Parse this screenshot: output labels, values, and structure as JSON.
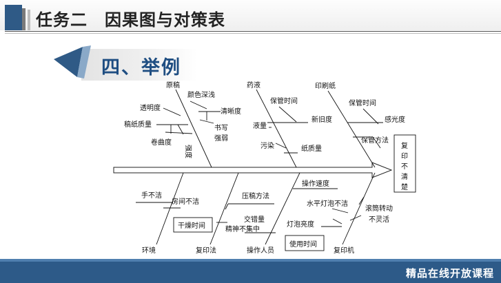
{
  "header": {
    "title": "任务二　因果图与对策表"
  },
  "section": {
    "title": "四、举例"
  },
  "diagram": {
    "effect": "复印不清楚",
    "categories": {
      "yuangao": "原稿",
      "yaoye": "药液",
      "yinshuazhi": "印刷纸",
      "huanjing": "环境",
      "fuyinfa": "复印法",
      "caozuorenyuan": "操作人员",
      "fuyinji": "复印机"
    },
    "causes": {
      "yansheshenqian": "颜色深浅",
      "touming": "透明度",
      "qingxidu": "清晰度",
      "gaozhizhiliang": "稿纸质量",
      "shuxie": "书写",
      "qiangruo": "强弱",
      "juanqudu": "卷曲度",
      "qiangdu": "强度",
      "baoguan1": "保管时间",
      "xinjiudu": "新旧度",
      "yeliang": "液量",
      "wuran": "污染",
      "baoguan2": "保管时间",
      "ganguangdu": "感光度",
      "zhizhiliang": "纸质量",
      "baoguanfangfa": "保管方法",
      "shoubujie": "手不洁",
      "fangjianbujie": "房间不洁",
      "ganzaoshijian": "干燥时间",
      "yagaofangfa": "压稿方法",
      "caozuosudu": "操作速度",
      "jiaocuoliang": "交错量",
      "jingshen": "精神不集中",
      "shuiping": "水平灯泡不洁",
      "dengpaoliangdu": "灯泡亮度",
      "guntong1": "滚筒转动",
      "guntong2": "不灵活",
      "shiyongshijian": "使用时间"
    }
  },
  "footer": {
    "text": "精品在线开放课程"
  }
}
